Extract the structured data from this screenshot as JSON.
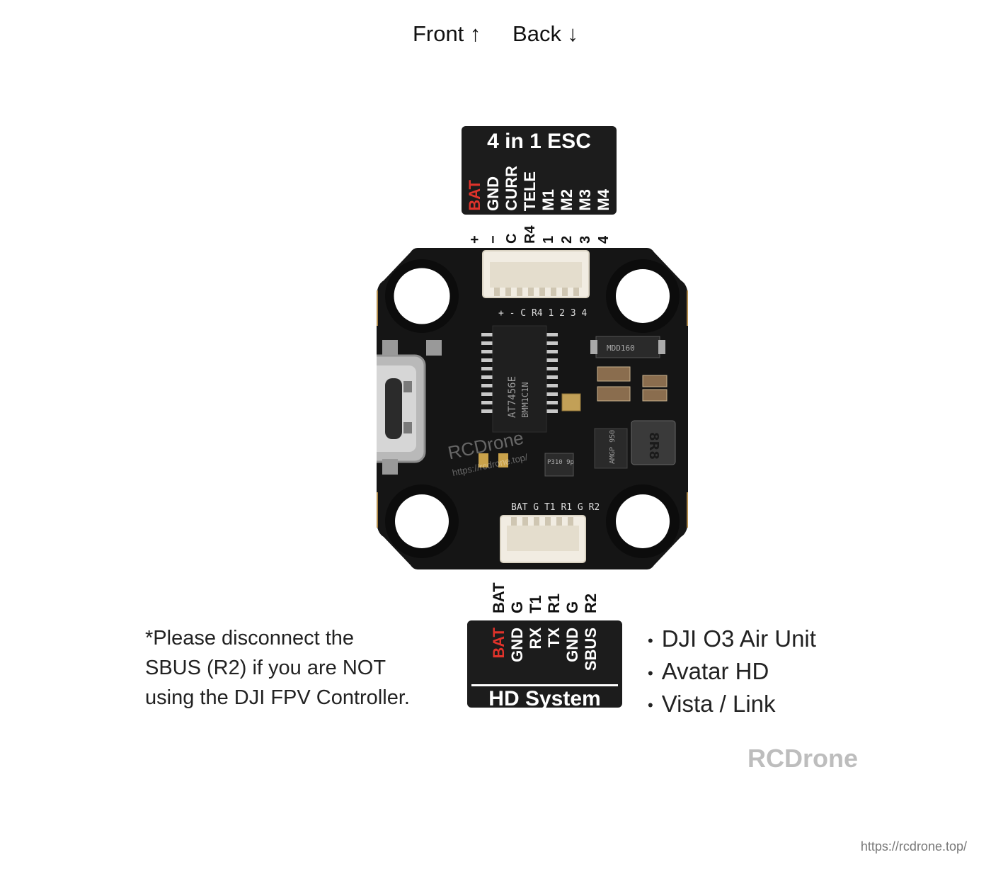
{
  "header": {
    "front": "Front ↑",
    "back": "Back ↓"
  },
  "esc": {
    "title": "4 in 1 ESC",
    "labels": [
      "BAT",
      "GND",
      "CURR",
      "TELE",
      "M1",
      "M2",
      "M3",
      "M4"
    ],
    "pins": [
      "+",
      "−",
      "C",
      "R4",
      "1",
      "2",
      "3",
      "4"
    ]
  },
  "hd": {
    "title": "HD System",
    "pins": [
      "BAT",
      "G",
      "T1",
      "R1",
      "G",
      "R2"
    ],
    "labels": [
      "BAT",
      "GND",
      "RX",
      "TX",
      "GND",
      "SBUS"
    ]
  },
  "board": {
    "chip_main": "AT7456E",
    "chip_main_2": "BMM1C1N",
    "chip_amgp": "AMGP 950",
    "chip_p310": "P310 9p",
    "inductor": "8R8",
    "chip_mdd": "MDD160",
    "silk_top": "+ - C R4 1 2 3 4",
    "silk_bottom": "BAT G T1 R1 G R2",
    "watermark": "RCDrone",
    "watermark_url": "https://rcdrone.top/"
  },
  "note": {
    "lines": [
      "*Please disconnect the",
      "SBUS (R2) if you are NOT",
      "using the DJI FPV Controller."
    ]
  },
  "systems": [
    "DJI O3 Air Unit",
    "Avatar HD",
    "Vista / Link"
  ],
  "brand": "RCDrone",
  "url": "https://rcdrone.top/",
  "colors": {
    "red": "#e0332b",
    "box": "#1c1c1c"
  }
}
